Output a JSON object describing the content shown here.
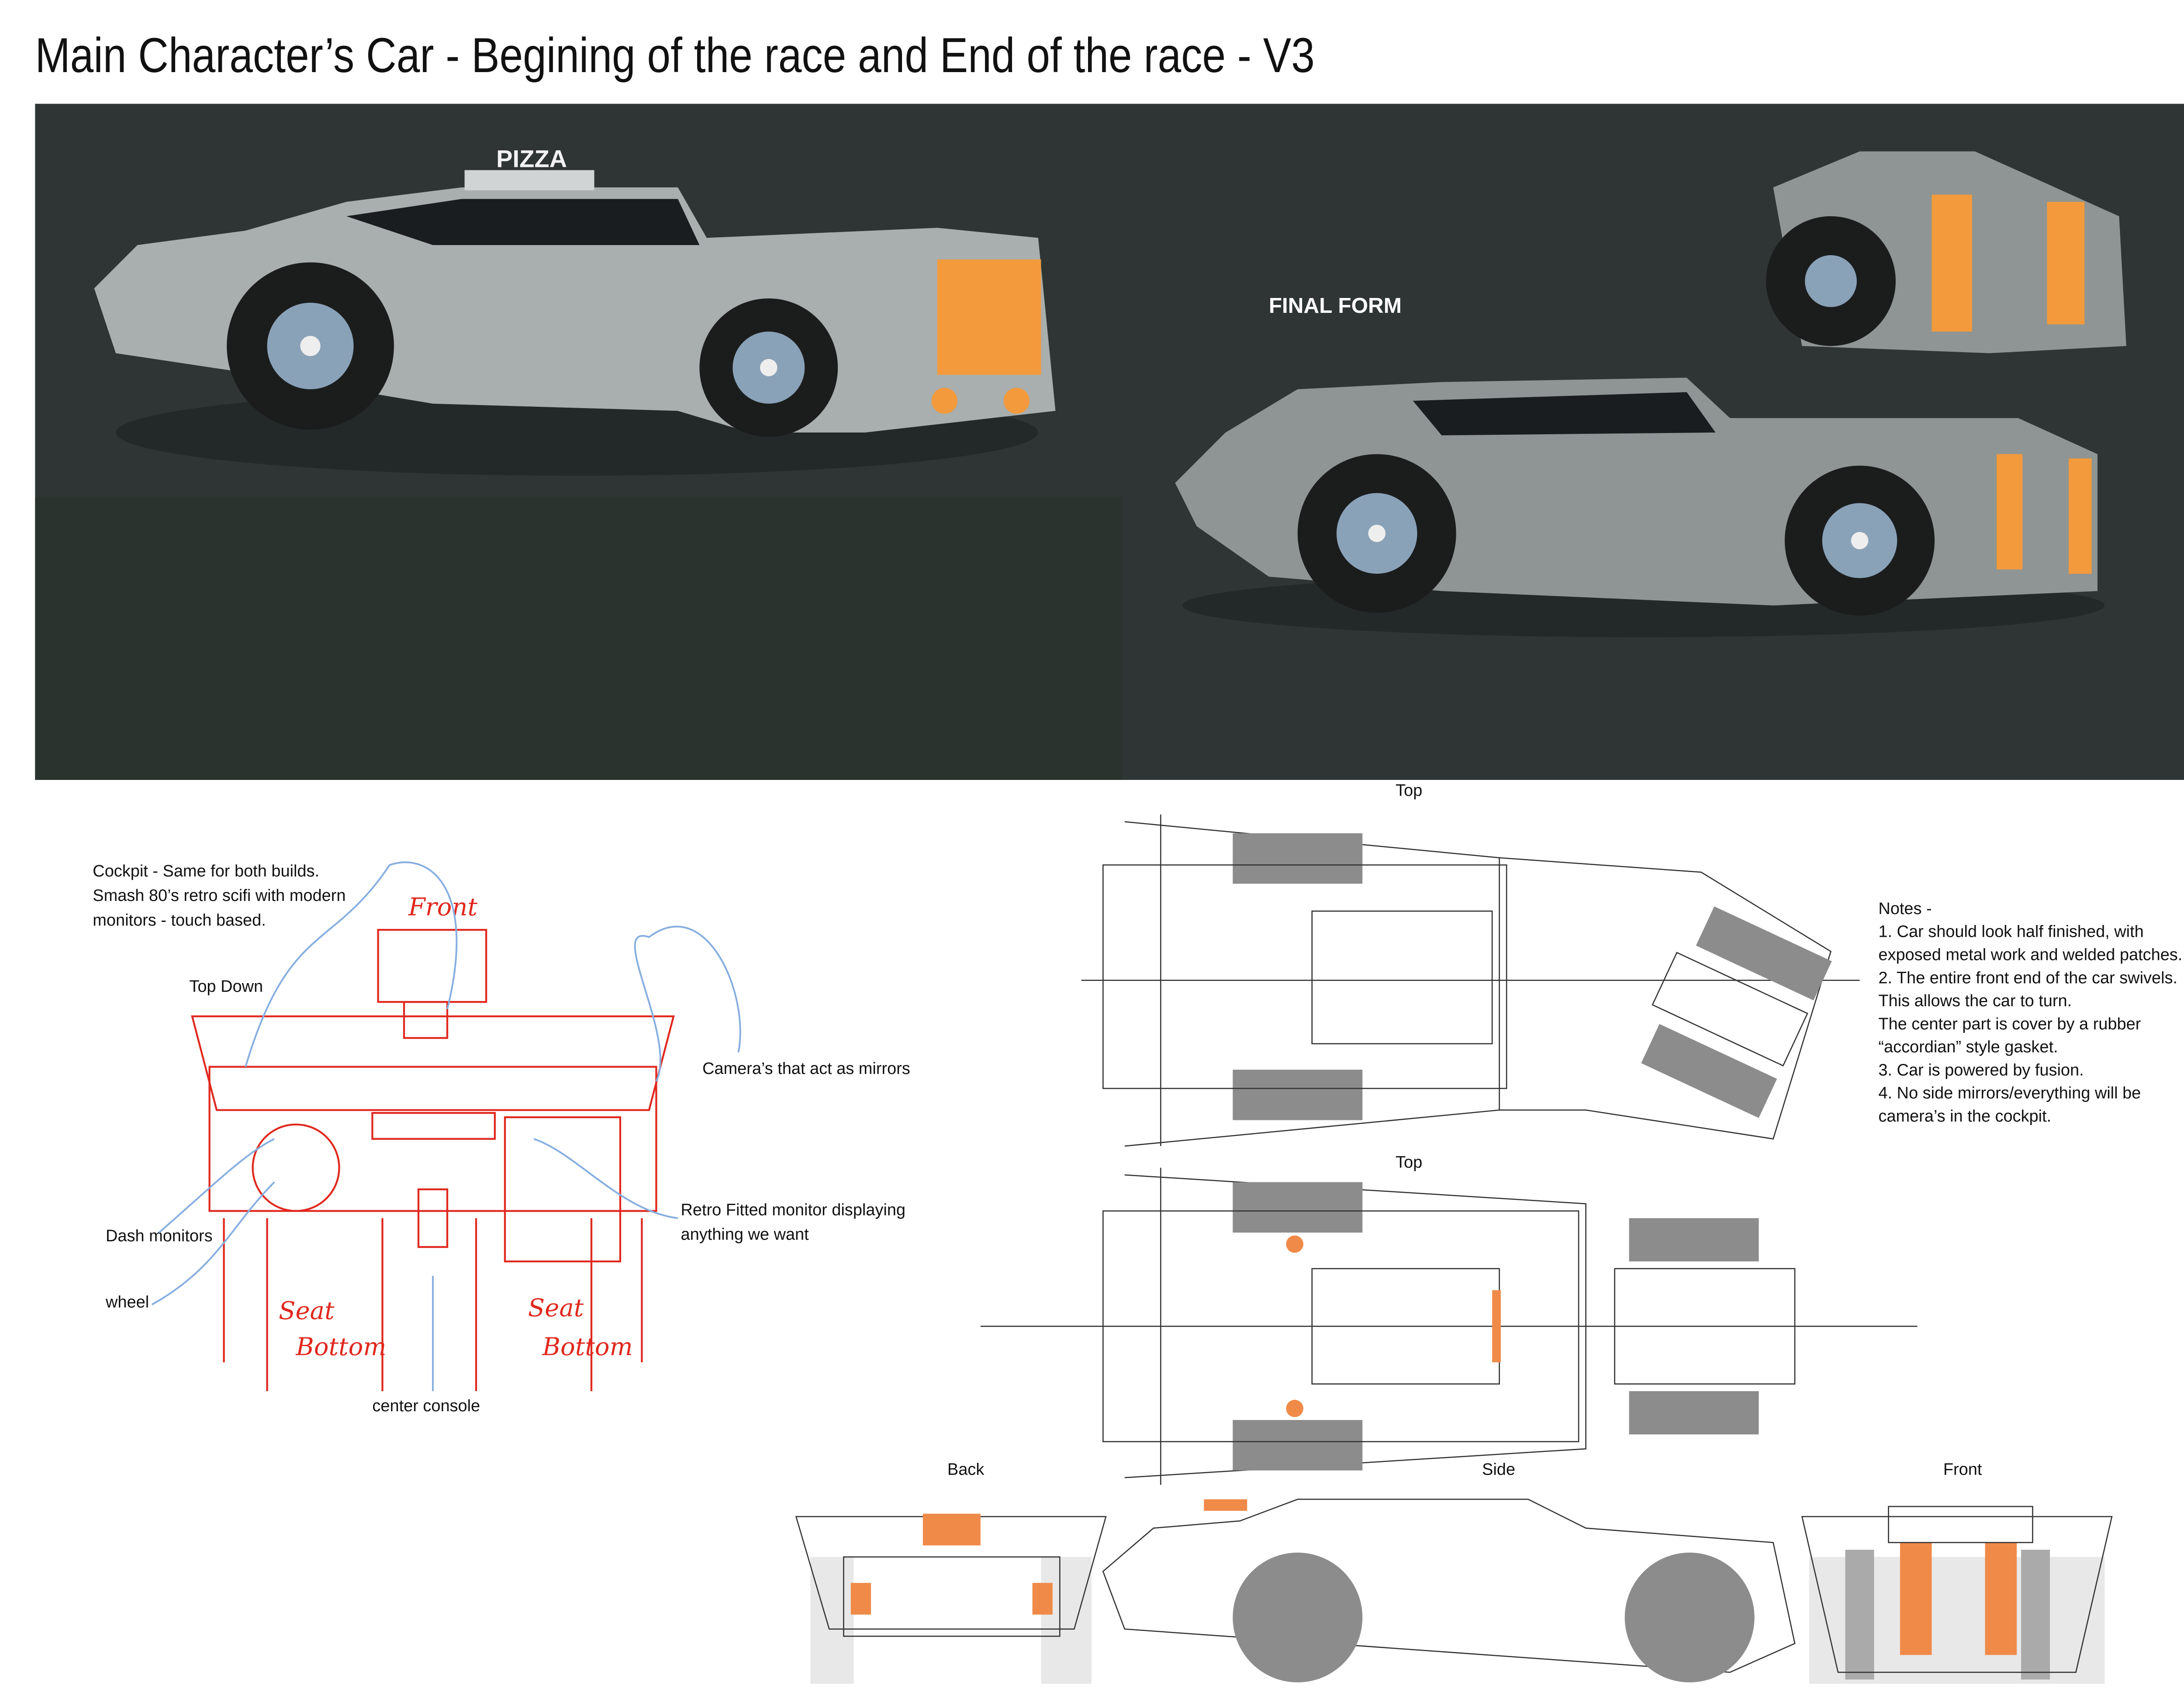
{
  "title": "Main Character’s Car - Begining of the race and End of the race - V3",
  "render": {
    "sign_text": "PIZZA",
    "final_form_label": "FINAL FORM"
  },
  "cockpit": {
    "intro_lines": [
      "Cockpit - Same for both builds.",
      "Smash 80’s retro scifi with modern",
      "monitors - touch based."
    ],
    "top_down_label": "Top Down",
    "front_label": "Front",
    "cameras_label": "Camera’s that act as mirrors",
    "dash_monitors_label": "Dash monitors",
    "wheel_label": "wheel",
    "retro_monitor_lines": [
      "Retro Fitted monitor displaying",
      "anything we want"
    ],
    "center_console_label": "center console",
    "seat_label_1": "Seat",
    "seat_label_2": "Bottom"
  },
  "blueprints": {
    "top_label_1": "Top",
    "top_label_2": "Top",
    "back_label": "Back",
    "side_label": "Side",
    "front_label": "Front"
  },
  "notes": {
    "heading": "Notes -",
    "lines": [
      "1. Car should look half finished, with",
      "exposed metal work and welded patches.",
      "2. The entire front end of the car swivels.",
      "This allows the car to turn.",
      "The center part is cover by a rubber",
      "“accordian” style gasket.",
      "3. Car is powered by fusion.",
      "4. No side mirrors/everything will be",
      "camera’s in the cockpit."
    ]
  },
  "colors": {
    "panel": "#2f3535",
    "accent_orange": "#f08a48",
    "sketch_red": "#e0281e",
    "sketch_blue": "#86aee0"
  }
}
